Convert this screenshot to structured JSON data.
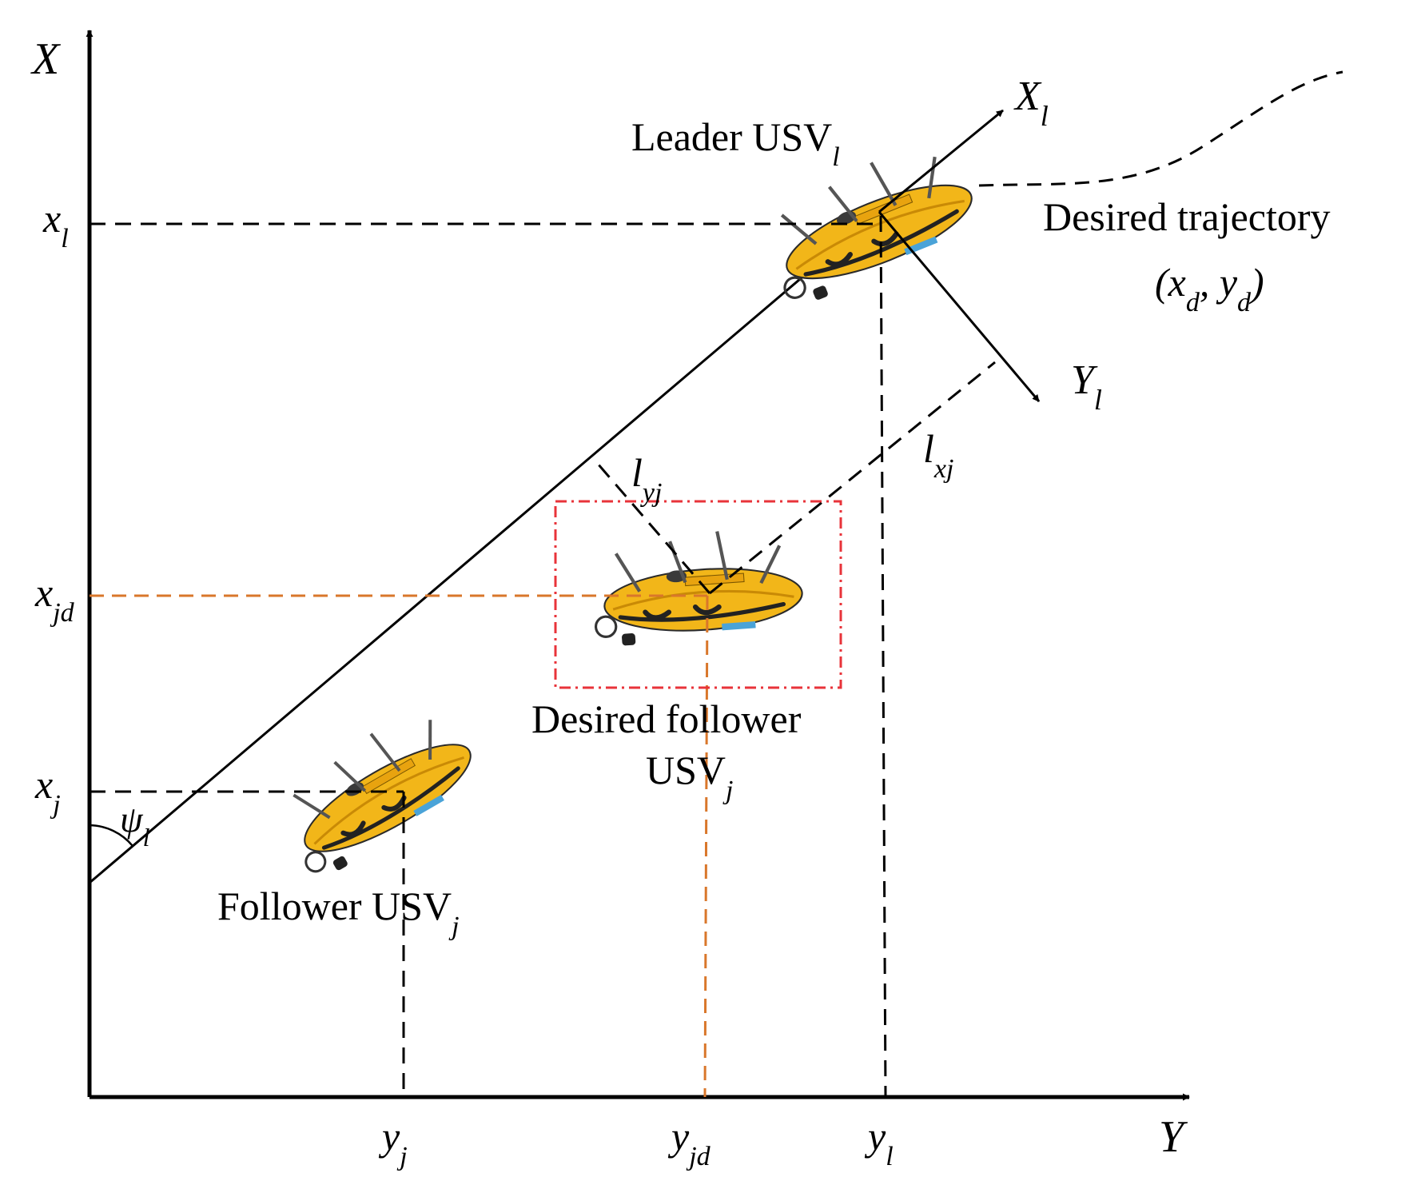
{
  "axes": {
    "x": {
      "main": "X",
      "sub": ""
    },
    "y": {
      "main": "Y",
      "sub": ""
    },
    "leader_x": {
      "main": "X",
      "sub": "l"
    },
    "leader_y": {
      "main": "Y",
      "sub": "l"
    }
  },
  "ticks": {
    "x_l": {
      "main": "x",
      "sub": "l"
    },
    "x_jd": {
      "main": "x",
      "sub": "jd"
    },
    "x_j": {
      "main": "x",
      "sub": "j"
    },
    "y_j": {
      "main": "y",
      "sub": "j"
    },
    "y_jd": {
      "main": "y",
      "sub": "jd"
    },
    "y_l": {
      "main": "y",
      "sub": "l"
    }
  },
  "labels": {
    "leader": {
      "text": "Leader USV",
      "sub": "l"
    },
    "desired_trajectory": {
      "line1": "Desired trajectory",
      "open": "(x",
      "sub1": "d",
      "mid": ", y",
      "sub2": "d",
      "close": ")"
    },
    "desired_follower": {
      "line1": "Desired follower",
      "line2": "USV",
      "sub": "j"
    },
    "follower": {
      "text": "Follower USV",
      "sub": "j"
    },
    "l_yj": {
      "main": "l",
      "sub": "yj"
    },
    "l_xj": {
      "main": "l",
      "sub": "xj"
    },
    "psi_l": {
      "main": "ψ",
      "sub": "l"
    }
  },
  "colors": {
    "black": "#000000",
    "orange_dash": "#d9772b",
    "red_box": "#e8333a",
    "boat_yellow": "#f2b619"
  }
}
